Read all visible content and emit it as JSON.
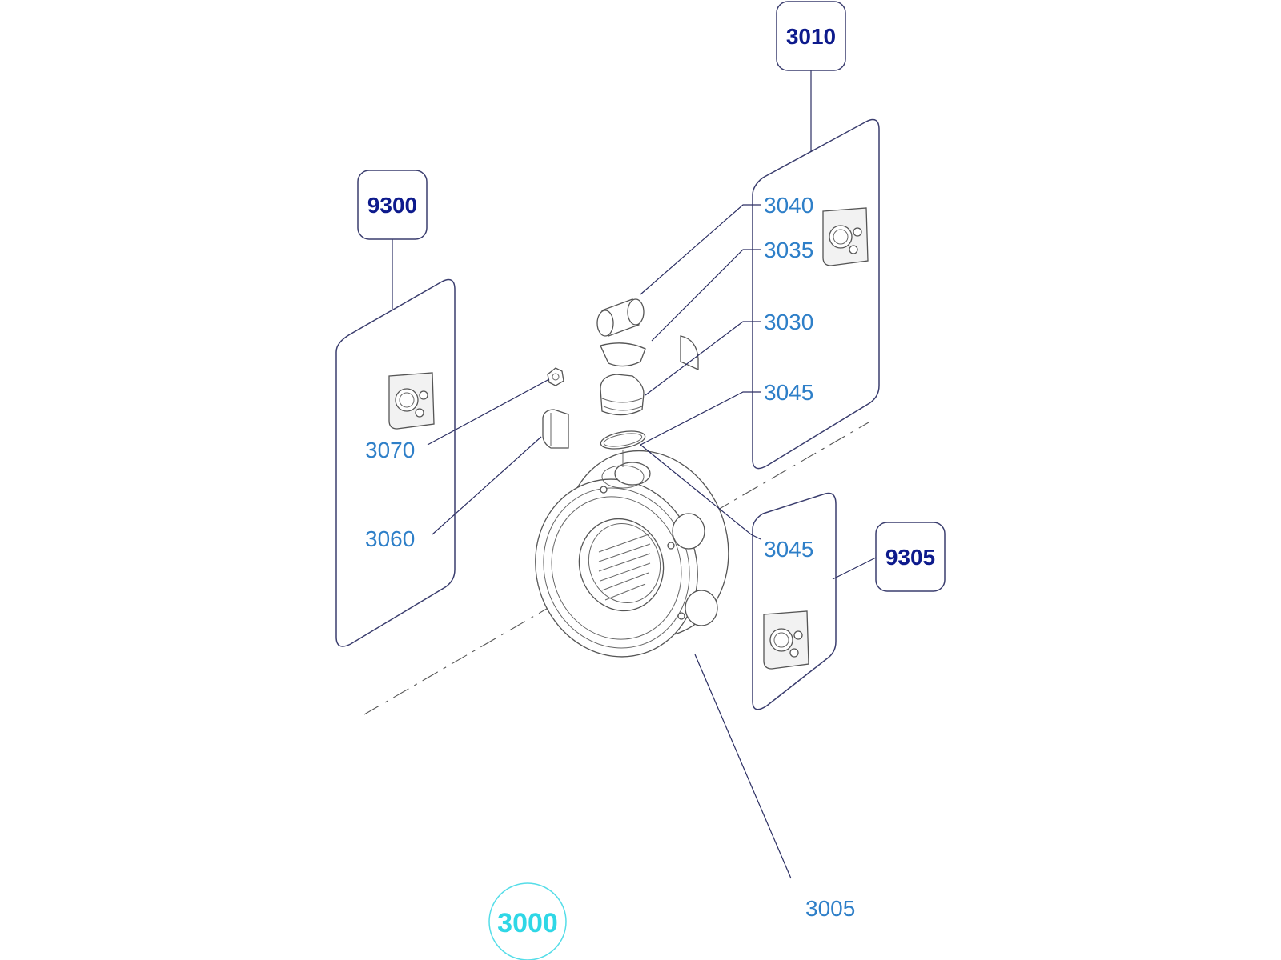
{
  "assembly": {
    "number": "3000",
    "color": "#2fd7e6"
  },
  "callout_boxes": [
    {
      "id": "9300",
      "label": "9300"
    },
    {
      "id": "3010",
      "label": "3010"
    },
    {
      "id": "9305",
      "label": "9305"
    }
  ],
  "part_labels": [
    {
      "id": "3040",
      "label": "3040"
    },
    {
      "id": "3035",
      "label": "3035"
    },
    {
      "id": "3030",
      "label": "3030"
    },
    {
      "id": "3045a",
      "label": "3045"
    },
    {
      "id": "3045b",
      "label": "3045"
    },
    {
      "id": "3070",
      "label": "3070"
    },
    {
      "id": "3060",
      "label": "3060"
    },
    {
      "id": "3005",
      "label": "3005"
    }
  ],
  "colors": {
    "part_label": "#2e7fc8",
    "box_label": "#0d1a8c",
    "leader": "#2c2f63"
  }
}
